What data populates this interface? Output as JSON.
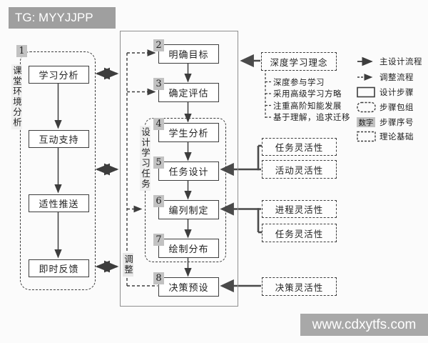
{
  "title_bar": "TG: MYYJJPP",
  "watermark": "www.cdxytfs.com",
  "left_group": {
    "badge": "1",
    "label": "课堂环境分析",
    "steps": [
      {
        "label": "学习分析"
      },
      {
        "label": "互动支持"
      },
      {
        "label": "适性推送"
      },
      {
        "label": "即时反馈"
      }
    ]
  },
  "main_flow": {
    "task_group_label": "设计学习任务",
    "adjust_label": "调整",
    "steps": [
      {
        "badge": "2",
        "label": "明确目标"
      },
      {
        "badge": "3",
        "label": "确定评估"
      },
      {
        "badge": "4",
        "label": "学生分析"
      },
      {
        "badge": "5",
        "label": "任务设计"
      },
      {
        "badge": "6",
        "label": "编列制定"
      },
      {
        "badge": "7",
        "label": "绘制分布"
      },
      {
        "badge": "8",
        "label": "决策预设"
      }
    ]
  },
  "theory": {
    "title": "深度学习理念",
    "items": [
      "深度参与学习",
      "采用高级学习方略",
      "注重高阶知能发展",
      "基于理解，追求迁移"
    ]
  },
  "annotations": [
    {
      "label": "任务灵活性"
    },
    {
      "label": "活动灵活性"
    },
    {
      "label": "进程灵活性"
    },
    {
      "label": "任务灵活性"
    },
    {
      "label": "决策灵活性"
    }
  ],
  "legend": {
    "items": [
      {
        "icon": "solid-arrow",
        "label": "主设计流程"
      },
      {
        "icon": "dashed-arrow",
        "label": "调整流程"
      },
      {
        "icon": "solid-rect",
        "label": "设计步骤"
      },
      {
        "icon": "dashed-rounded-rect",
        "label": "步骤包组"
      },
      {
        "icon": "number-badge",
        "badge_text": "数字",
        "label": "步骤序号"
      },
      {
        "icon": "dashed-rect",
        "label": "理论基础"
      }
    ]
  },
  "colors": {
    "line": "#3d3d3d",
    "container_border": "#8f8f8f",
    "badge_bg": "#c2c2c2",
    "bar_bg": "#9f9f9f"
  }
}
